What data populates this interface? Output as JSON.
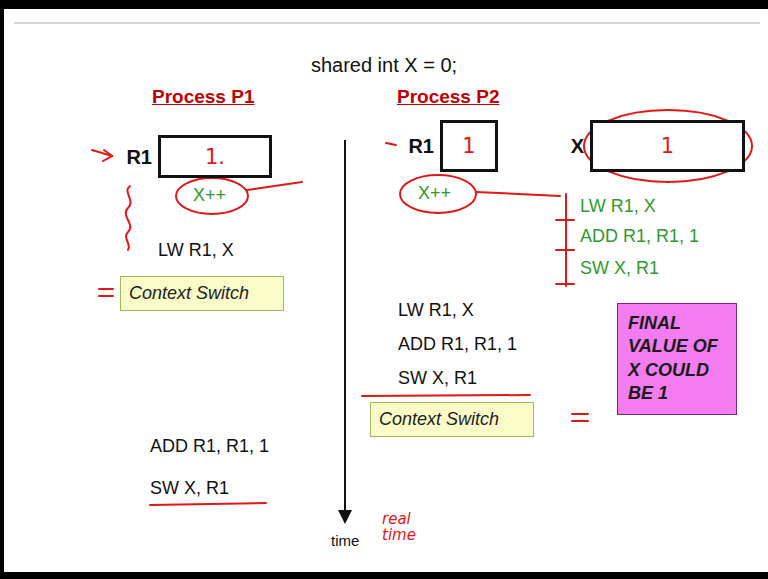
{
  "diagram": {
    "title": "shared int X = 0;",
    "nodes": [
      {
        "text": [
          "R1",
          "1."
        ]
      },
      {
        "text": [
          "R1",
          "1"
        ]
      },
      {
        "text": [
          "X",
          "1"
        ]
      },
      {
        "text": [
          "Context Switch"
        ]
      },
      {
        "text": [
          "FINAL VALUE OF X COULD BE 1"
        ]
      },
      {
        "text": [
          "Context Switch"
        ]
      }
    ],
    "labels": [
      "Process P1",
      "Process P2",
      "X++",
      "LW R1, X",
      "ADD R1, R1, 1",
      "SW X, R1",
      "X++",
      "LW R1, X",
      "ADD R1, R1, 1",
      "SW X, R1",
      "LW R1, X",
      "ADD R1, R1, 1",
      "SW X, R1",
      "time",
      "real time"
    ]
  }
}
